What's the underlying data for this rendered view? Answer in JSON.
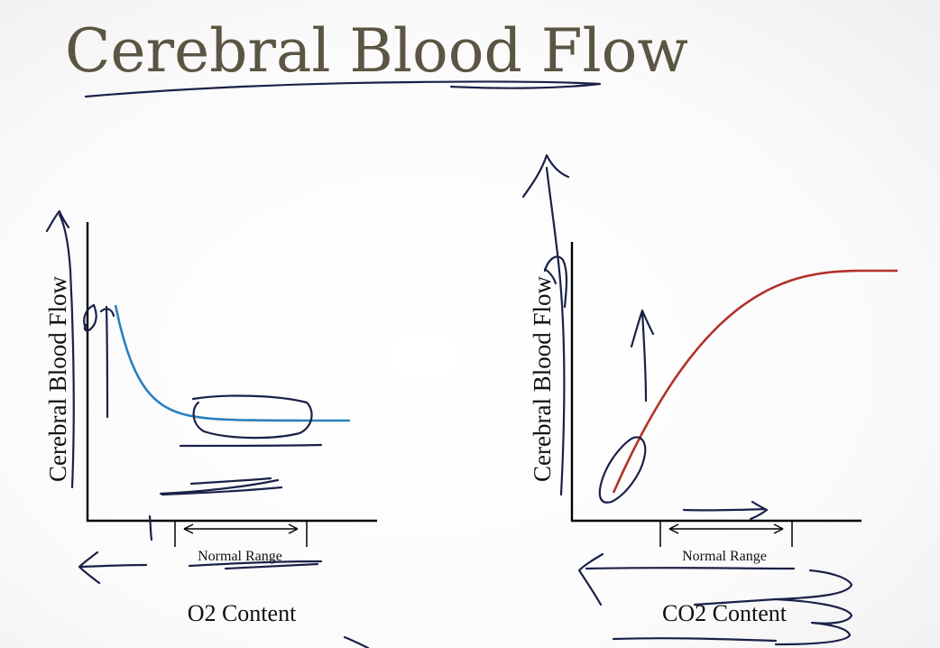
{
  "slide": {
    "title": "Cerebral Blood Flow"
  },
  "chart_data": [
    {
      "type": "line",
      "title": "",
      "ylabel": "Cerebral Blood Flow",
      "xlabel": "O2 Content",
      "annotation": "Normal Range",
      "series": [
        {
          "color": "#2a7fbf"
        }
      ]
    },
    {
      "type": "line",
      "title": "",
      "ylabel": "Cerebral Blood Flow",
      "xlabel": "CO2 Content",
      "annotation": "Normal Range",
      "series": [
        {
          "color": "#b3312b"
        }
      ]
    }
  ],
  "colors": {
    "title": "#5b5543",
    "ink": "#1a2148",
    "axis": "#000000"
  }
}
